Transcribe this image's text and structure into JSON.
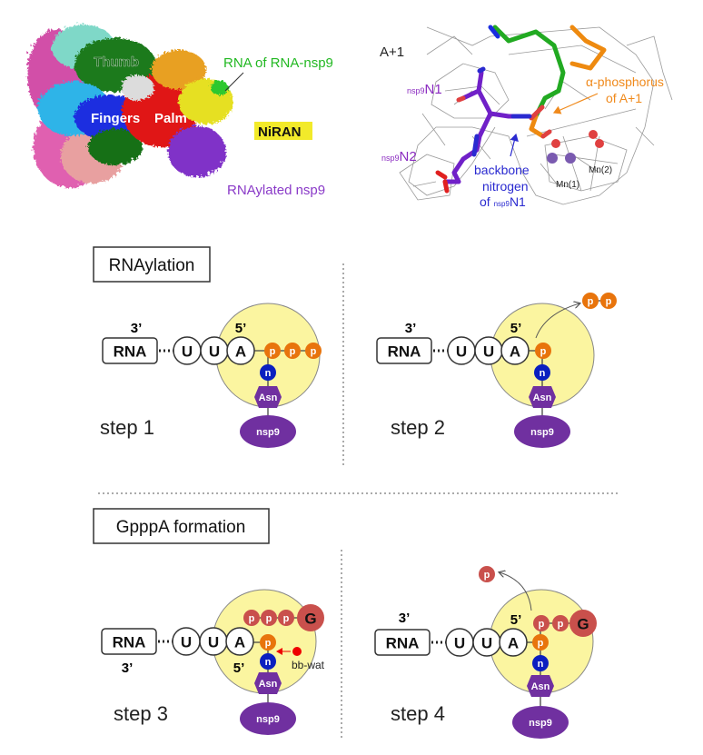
{
  "structure_panel": {
    "labels": {
      "thumb": "Thumb",
      "palm": "Palm",
      "fingers": "Fingers",
      "niran": "NiRAN",
      "rna_of_rna_nsp9": "RNA of RNA-nsp9",
      "rnaylated_nsp9": "RNAylated nsp9"
    }
  },
  "density_panel": {
    "a_plus_1": "A+1",
    "nsp9_sub": "nsp9",
    "n1": "N1",
    "n2": "N2",
    "alpha_phosphorus_line1": "α-phosphorus",
    "alpha_phosphorus_line2": "of A+1",
    "backbone_line1": "backbone",
    "backbone_line2": "nitrogen",
    "backbone_line3_prefix": "of ",
    "mn1": "Mn(1)",
    "mn2": "Mn(2)"
  },
  "sections": {
    "rnaylation": "RNAylation",
    "gpppa": "GpppA formation"
  },
  "common": {
    "rna": "RNA",
    "three_prime": "3’",
    "five_prime": "5’",
    "u": "U",
    "a": "A",
    "p": "p",
    "n": "n",
    "g": "G",
    "asn": "Asn",
    "nsp9": "nsp9",
    "bb_wat": "bb-wat"
  },
  "steps": [
    "step 1",
    "step 2",
    "step 3",
    "step 4"
  ],
  "colors": {
    "orange_phosphate": "#e8740c",
    "red_phosphate": "#c9504c",
    "n_blue": "#0a1fc0",
    "purple": "#7030a0",
    "yellow": "#fbf5a0"
  }
}
